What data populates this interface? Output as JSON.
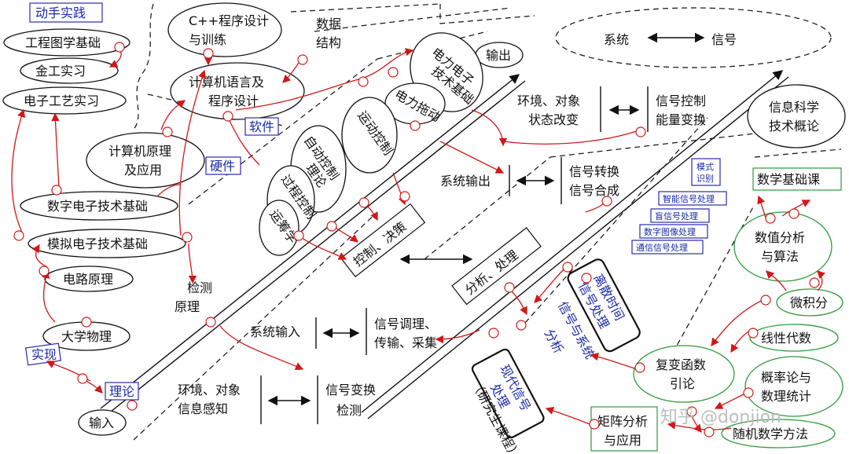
{
  "labels": {
    "practice": "动手实践",
    "engineering_graphics": "工程图学基础",
    "metalwork": "金工实习",
    "electronic_craft": "电子工艺实习",
    "cpp_design": "C++程序设计",
    "cpp_training": "与训练",
    "data_structures_1": "数据",
    "data_structures_2": "结构",
    "lang_design_1": "计算机语言及",
    "lang_design_2": "程序设计",
    "software": "软件",
    "hardware": "硬件",
    "computer_principles_1": "计算机原理",
    "computer_principles_2": "及应用",
    "digital_electronics": "数字电子技术基础",
    "analog_electronics": "模拟电子技术基础",
    "circuit_principles": "电路原理",
    "college_physics": "大学物理",
    "implementation": "实现",
    "theory": "理论",
    "input": "输入",
    "detection_principles_1": "检测",
    "detection_principles_2": "原理",
    "output": "输出",
    "system": "系统",
    "signal": "信号",
    "power_electronics_1": "电力电子",
    "power_electronics_2": "技术基础",
    "electric_drive": "电力拖动",
    "motion_control": "运动控制",
    "automatic_control_1": "自动控制",
    "automatic_control_2": "理论",
    "process_control": "过程控制",
    "operations_research": "运筹学",
    "control_decision": "控制、决策",
    "analysis_processing": "分析、处理",
    "env_change_1": "环境、对象",
    "env_change_2": "状态改变",
    "signal_control_1": "信号控制",
    "signal_control_2": "能量变换",
    "system_output": "系统输出",
    "signal_convert_1": "信号转换",
    "signal_convert_2": "信号合成",
    "info_science_1": "信息科学",
    "info_science_2": "技术概论",
    "pattern_recognition_1": "模式",
    "pattern_recognition_2": "识别",
    "intelligent_signal": "智能信号处理",
    "blind_signal": "盲信号处理",
    "digital_image": "数字图像处理",
    "comm_signal": "通信信号处理",
    "math_foundation": "数学基础课",
    "numerical_analysis_1": "数值分析",
    "numerical_analysis_2": "与算法",
    "calculus": "微积分",
    "linear_algebra": "线性代数",
    "probability_1": "概率论与",
    "probability_2": "数理统计",
    "complex_functions_1": "复变函数",
    "complex_functions_2": "引论",
    "stochastic": "随机数学方法",
    "matrix_1": "矩阵分析",
    "matrix_2": "与应用",
    "discrete_signal_1": "离散时间",
    "discrete_signal_2": "信号处理",
    "signals_systems_1": "信号与系统",
    "signals_systems_2": "分析",
    "modern_signal_1": "现代信号",
    "modern_signal_2": "处理",
    "grad_course": "（研究生课程）",
    "system_input": "系统输入",
    "signal_condition_1": "信号调理、",
    "signal_condition_2": "传输、采集",
    "env_sense_1": "环境、对象",
    "env_sense_2": "信息感知",
    "signal_transform_1": "信号变换",
    "signal_transform_2": "检测",
    "watermark": "知乎 @donjion"
  },
  "colors": {
    "red_arrows": "#d01818",
    "blue_text": "#1a2aa8",
    "green_outline": "#2e9a3a",
    "black": "#111111"
  }
}
